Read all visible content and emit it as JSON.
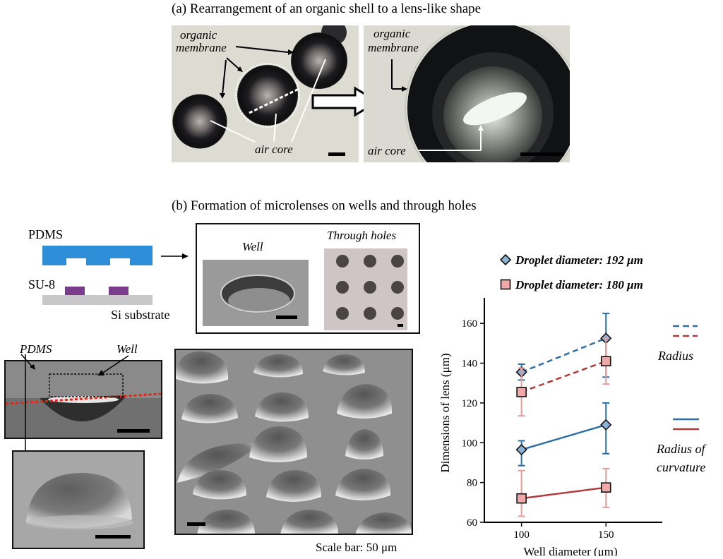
{
  "panel_a": {
    "caption": "(a) Rearrangement of an organic shell to a lens-like shape",
    "left_photo": {
      "label_membrane_1": "organic",
      "label_membrane_2": "membrane",
      "label_core": "air core"
    },
    "right_photo": {
      "label_membrane_1": "organic",
      "label_membrane_2": "membrane",
      "label_core": "air core"
    }
  },
  "panel_b": {
    "caption": "(b) Formation of microlenses on wells and through holes",
    "schematic": {
      "pdms": "PDMS",
      "su8": "SU-8",
      "substrate": "Si substrate",
      "pdms_color": "#2e8fd8",
      "su8_color": "#7a3d8c",
      "si_color": "#c8c8c8"
    },
    "sem_box": {
      "well_label": "Well",
      "holes_label": "Through holes"
    },
    "cross_section": {
      "pdms_label": "PDMS",
      "well_label": "Well"
    },
    "scale_note": "Scale bar: 50 μm"
  },
  "chart_data": {
    "type": "line",
    "xlabel": "Well diameter (μm)",
    "ylabel": "Dimensions of lens (μm)",
    "x": [
      100,
      150
    ],
    "xticks": [
      100,
      150
    ],
    "yticks": [
      60,
      80,
      100,
      120,
      140,
      160
    ],
    "ylim": [
      60,
      170
    ],
    "xlim": [
      78,
      180
    ],
    "legend": [
      {
        "name": "Droplet diameter: 192 μm",
        "marker": "diamond",
        "color": "#2c6fa6",
        "fill": "#8db2d6"
      },
      {
        "name": "Droplet diameter: 180 μm",
        "marker": "square",
        "color": "#b03a3a",
        "fill": "#f0a8a8"
      }
    ],
    "line_style_legend": [
      {
        "label": "Radius",
        "style": "dashed"
      },
      {
        "label": "Radius of",
        "label2": "curvature",
        "style": "solid"
      }
    ],
    "series": [
      {
        "group": "192",
        "metric": "Radius",
        "style": "dashed",
        "color": "#2c6fa6",
        "errcolor": "#2c6fa6",
        "marker": "diamond",
        "fill": "#8db2d6",
        "values": [
          135.5,
          152.5
        ],
        "err_low": [
          131.5,
          133
        ],
        "err_high": [
          139.5,
          165
        ]
      },
      {
        "group": "180",
        "metric": "Radius",
        "style": "dashed",
        "color": "#b03a3a",
        "errcolor": "#e89a9a",
        "marker": "square",
        "fill": "#f0a8a8",
        "values": [
          125.5,
          141
        ],
        "err_low": [
          113.5,
          129.5
        ],
        "err_high": [
          137.5,
          152.5
        ]
      },
      {
        "group": "192",
        "metric": "Radius of curvature",
        "style": "solid",
        "color": "#2c6fa6",
        "errcolor": "#2c6fa6",
        "marker": "diamond",
        "fill": "#8db2d6",
        "values": [
          96.5,
          109
        ],
        "err_low": [
          88.5,
          94.5
        ],
        "err_high": [
          101,
          120
        ]
      },
      {
        "group": "180",
        "metric": "Radius of curvature",
        "style": "solid",
        "color": "#b03a3a",
        "errcolor": "#e89a9a",
        "marker": "square",
        "fill": "#f0a8a8",
        "values": [
          72,
          77.5
        ],
        "err_low": [
          63,
          67.5
        ],
        "err_high": [
          86,
          87
        ]
      }
    ]
  }
}
